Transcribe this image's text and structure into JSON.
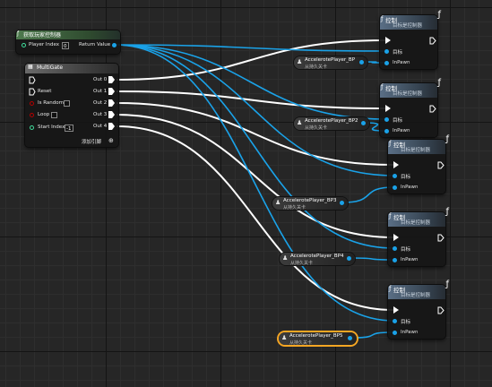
{
  "colors": {
    "exec": "#ffffff",
    "object": "#1aa2e8",
    "selection": "#f5a623"
  },
  "get_player_controller": {
    "title": "获取玩家控制器",
    "player_index_label": "Player Index",
    "player_index_value": "0",
    "return_label": "Return Value"
  },
  "multigate": {
    "title": "MultiGate",
    "reset": "Reset",
    "is_random": "Is Random",
    "loop": "Loop",
    "start_index": "Start Index",
    "start_index_value": "-1",
    "outputs": [
      "Out 0",
      "Out 1",
      "Out 2",
      "Out 3",
      "Out 4"
    ],
    "add_pin": "添加引脚",
    "add_pin_icon": "plus-circle-icon"
  },
  "possess_nodes": [
    {
      "title": "控制",
      "subtitle": "目标是控制器",
      "target": "目标",
      "inpawn": "InPawn"
    },
    {
      "title": "控制",
      "subtitle": "目标是控制器",
      "target": "目标",
      "inpawn": "InPawn"
    },
    {
      "title": "控制",
      "subtitle": "目标是控制器",
      "target": "目标",
      "inpawn": "InPawn"
    },
    {
      "title": "控制",
      "subtitle": "目标是控制器",
      "target": "目标",
      "inpawn": "InPawn"
    },
    {
      "title": "控制",
      "subtitle": "目标是控制器",
      "target": "目标",
      "inpawn": "InPawn"
    }
  ],
  "player_refs": [
    {
      "label": "AccelerotePlayer_BP",
      "sub": "从持久关卡"
    },
    {
      "label": "AccelerotePlayer_BP2",
      "sub": "从持久关卡"
    },
    {
      "label": "AccelerotePlayer_BP3",
      "sub": "从持久关卡"
    },
    {
      "label": "AccelerotePlayer_BP4",
      "sub": "从持久关卡"
    },
    {
      "label": "AccelerotePlayer_BP5",
      "sub": "从持久关卡"
    }
  ]
}
